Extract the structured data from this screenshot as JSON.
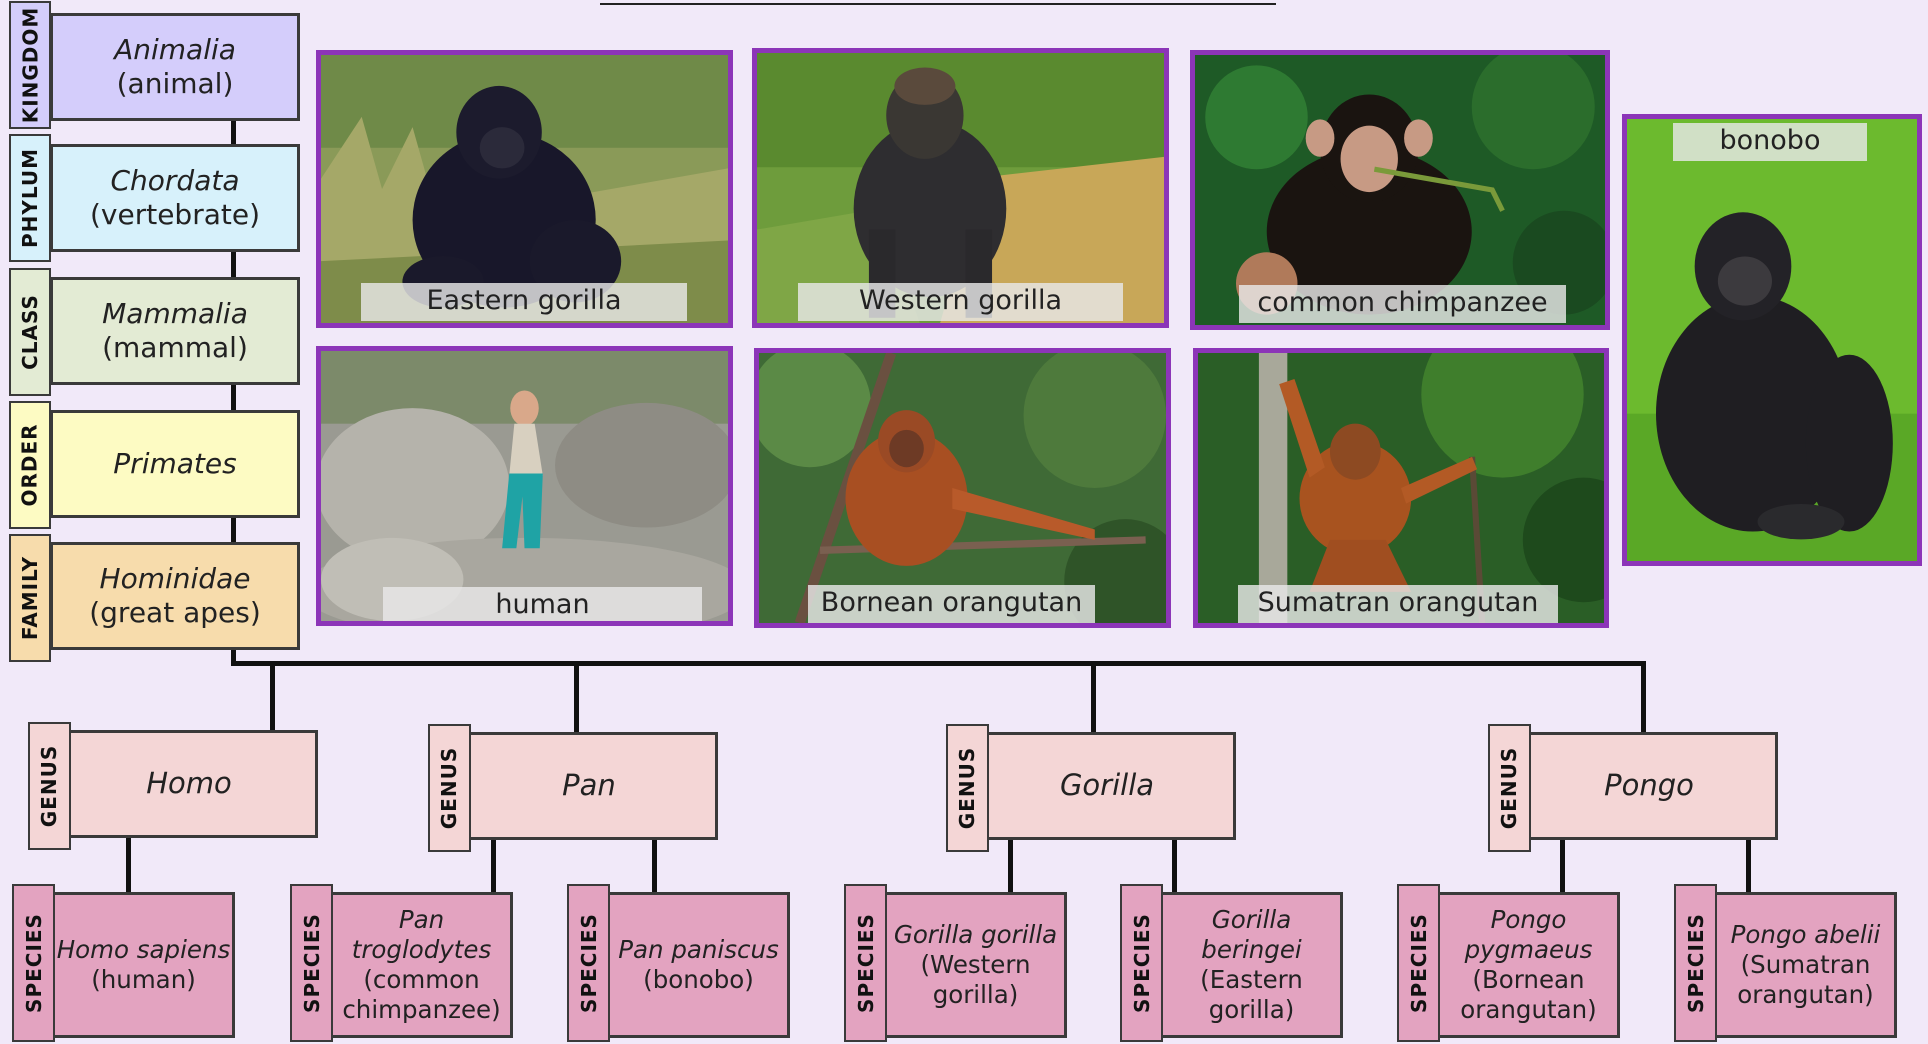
{
  "colors": {
    "background": "#f1e9f9",
    "kingdom": "#d4cdfb",
    "phylum": "#d7f1fb",
    "class": "#e3ebd4",
    "order": "#fdfbc3",
    "family": "#f7dcac",
    "genus": "#f4d6d6",
    "species": "#e3a3c0",
    "photo_border": "#8c35b8"
  },
  "ranks": [
    {
      "tag": "KINGDOM",
      "sci": "Animalia",
      "common": "(animal)"
    },
    {
      "tag": "PHYLUM",
      "sci": "Chordata",
      "common": "(vertebrate)"
    },
    {
      "tag": "CLASS",
      "sci": "Mammalia",
      "common": "(mammal)"
    },
    {
      "tag": "ORDER",
      "sci": "Primates",
      "common": ""
    },
    {
      "tag": "FAMILY",
      "sci": "Hominidae",
      "common": "(great apes)"
    }
  ],
  "genera": [
    {
      "tag": "GENUS",
      "name": "Homo"
    },
    {
      "tag": "GENUS",
      "name": "Pan"
    },
    {
      "tag": "GENUS",
      "name": "Gorilla"
    },
    {
      "tag": "GENUS",
      "name": "Pongo"
    }
  ],
  "species": [
    {
      "tag": "SPECIES",
      "sci1": "Homo sapiens",
      "sci2": "",
      "common1": "(human)",
      "common2": ""
    },
    {
      "tag": "SPECIES",
      "sci1": "Pan",
      "sci2": "troglodytes",
      "common1": "(common",
      "common2": "chimpanzee)"
    },
    {
      "tag": "SPECIES",
      "sci1": "Pan paniscus",
      "sci2": "",
      "common1": "(bonobo)",
      "common2": ""
    },
    {
      "tag": "SPECIES",
      "sci1": "Gorilla gorilla",
      "sci2": "",
      "common1": "(Western",
      "common2": "gorilla)"
    },
    {
      "tag": "SPECIES",
      "sci1": "Gorilla",
      "sci2": "beringei",
      "common1": "(Eastern",
      "common2": "gorilla)"
    },
    {
      "tag": "SPECIES",
      "sci1": "Pongo",
      "sci2": "pygmaeus",
      "common1": "(Bornean",
      "common2": "orangutan)"
    },
    {
      "tag": "SPECIES",
      "sci1": "Pongo abelii",
      "sci2": "",
      "common1": "(Sumatran",
      "common2": "orangutan)"
    }
  ],
  "photos": [
    {
      "caption": "Eastern gorilla"
    },
    {
      "caption": "Western gorilla"
    },
    {
      "caption": "common chimpanzee"
    },
    {
      "caption": "bonobo"
    },
    {
      "caption": "human"
    },
    {
      "caption": "Bornean orangutan"
    },
    {
      "caption": "Sumatran orangutan"
    }
  ]
}
